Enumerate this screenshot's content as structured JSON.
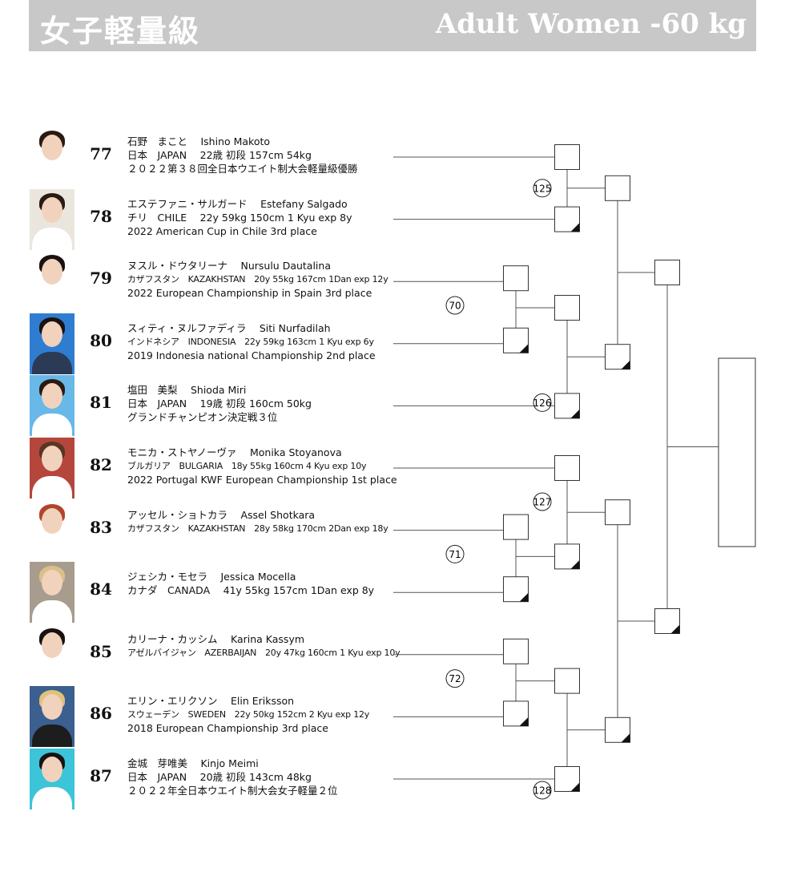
{
  "header": {
    "title_jp": "女子軽量級",
    "title_en": "Adult Women -60 kg",
    "bg_color": "#c8c8c8"
  },
  "competitors": [
    {
      "number": "77",
      "name": "石野　まこと　 Ishino Makoto",
      "info": "日本　JAPAN　 22歳 初段 157cm 54kg",
      "result": "２０２２第３８回全日本ウエイト制大会軽量級優勝",
      "photo_bg": "#ffffff",
      "hair": "#2a1a12",
      "body": "#ffffff"
    },
    {
      "number": "78",
      "name": "エステファニ・サルガード　 Estefany Salgado",
      "info": "チリ　CHILE　 22y 59kg 150cm 1 Kyu exp 8y",
      "result": "2022 American Cup in Chile 3rd place",
      "photo_bg": "#ebe6dd",
      "hair": "#2a1a12",
      "body": "#ffffff"
    },
    {
      "number": "79",
      "name": "ヌスル・ドウタリーナ　 Nursulu Dautalina",
      "info": "カザフスタン　KAZAKHSTAN　20y 55kg 167cm 1Dan exp 12y",
      "result": "2022 European Championship in Spain 3rd place",
      "photo_bg": "#ffffff",
      "hair": "#1a1210",
      "body": "#ffffff",
      "narrow": true
    },
    {
      "number": "80",
      "name": "スィティ・ヌルファディラ　 Siti Nurfadilah",
      "info": "インドネシア　INDONESIA　22y 59kg 163cm 1 Kyu exp 6y",
      "result": "2019 Indonesia national Championship 2nd place",
      "photo_bg": "#2f7dd1",
      "hair": "#1a1210",
      "body": "#2b3a55",
      "narrow": true
    },
    {
      "number": "81",
      "name": "塩田　美梨　 Shioda Miri",
      "info": "日本　JAPAN　 19歳 初段 160cm 50kg",
      "result": "グランドチャンピオン決定戦３位",
      "photo_bg": "#68b8e8",
      "hair": "#2a1a12",
      "body": "#ffffff"
    },
    {
      "number": "82",
      "name": "モニカ・ストヤノーヴァ　 Monika Stoyanova",
      "info": "ブルガリア　BULGARIA　18y 55kg 160cm 4 Kyu exp 10y",
      "result": "2022 Portugal KWF European Championship 1st place",
      "photo_bg": "#b5463c",
      "hair": "#5a3524",
      "body": "#ffffff",
      "narrow": true
    },
    {
      "number": "83",
      "name": "アッセル・ショトカラ　 Assel Shotkara",
      "info": "カザフスタン　KAZAKHSTAN　28y 58kg 170cm 2Dan exp 18y",
      "result": "",
      "photo_bg": "#ffffff",
      "hair": "#b0452a",
      "body": "#ffffff",
      "narrow": true
    },
    {
      "number": "84",
      "name": "ジェシカ・モセラ　 Jessica Mocella",
      "info": "カナダ　CANADA　 41y 55kg 157cm 1Dan exp 8y",
      "result": "",
      "photo_bg": "#a89c8e",
      "hair": "#d9c08a",
      "body": "#ffffff"
    },
    {
      "number": "85",
      "name": "カリーナ・カッシム　 Karina Kassym",
      "info": "アゼルバイジャン　AZERBAIJAN　20y 47kg 160cm 1 Kyu exp 10y",
      "result": "",
      "photo_bg": "#ffffff",
      "hair": "#1a1210",
      "body": "#ffffff",
      "narrow": true
    },
    {
      "number": "86",
      "name": "エリン・エリクソン　 Elin Eriksson",
      "info": "スウェーデン　SWEDEN　22y 50kg 152cm 2 Kyu exp 12y",
      "result": "2018 European Championship 3rd place",
      "photo_bg": "#3b5f8f",
      "hair": "#e1c27a",
      "body": "#1d1d1d",
      "narrow": true
    },
    {
      "number": "87",
      "name": "金城　芽唯美　 Kinjo Meimi",
      "info": "日本　JAPAN　 20歳 初段 143cm 48kg",
      "result": "２０２２年全日本ウエイト制大会女子軽量２位",
      "photo_bg": "#3cc4d8",
      "hair": "#1a1210",
      "body": "#ffffff"
    }
  ],
  "match_numbers": [
    "125",
    "70",
    "126",
    "127",
    "71",
    "72",
    "128"
  ]
}
